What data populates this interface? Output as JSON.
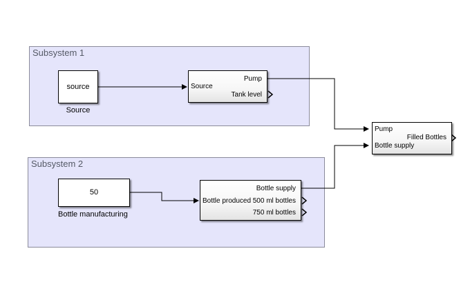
{
  "subsystem1": {
    "title": "Subsystem 1",
    "source_block": {
      "value": "source",
      "label": "Source"
    },
    "tank_block": {
      "in_ports": [
        "Source"
      ],
      "out_ports": [
        "Pump",
        "Tank level"
      ]
    }
  },
  "subsystem2": {
    "title": "Subsystem 2",
    "manufacturing_block": {
      "value": "50",
      "label": "Bottle manufacturing"
    },
    "bottling_block": {
      "in_ports": [
        "Bottle produced"
      ],
      "out_ports": [
        "Bottle supply",
        "500 ml bottles",
        "750 ml bottles"
      ]
    }
  },
  "filling_block": {
    "in_ports": [
      "Pump",
      "Bottle supply"
    ],
    "out_ports": [
      "Filled Bottles"
    ]
  },
  "colors": {
    "subsystem_fill": "#e5e5fb",
    "subsystem_border": "#8a8a9a",
    "wire": "#000000"
  }
}
